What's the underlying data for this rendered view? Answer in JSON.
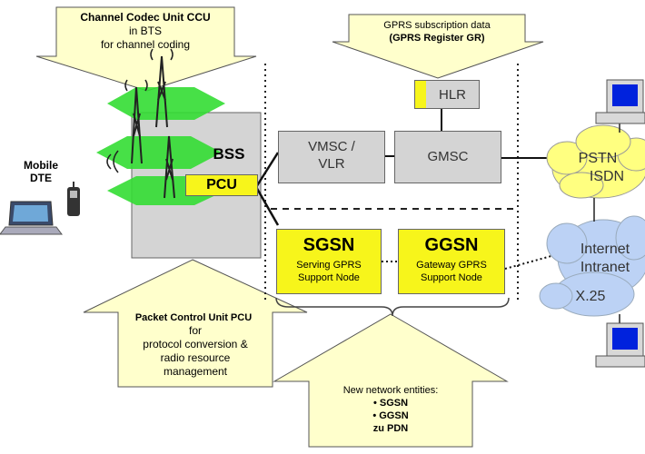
{
  "ccu_callout": {
    "line1": "Channel Codec Unit CCU",
    "line2": "in BTS",
    "line3": "for channel coding"
  },
  "gprs_callout": {
    "line1": "GPRS subscription data",
    "line2": "(GPRS Register GR)"
  },
  "pcu_callout": {
    "line1": "Packet Control Unit PCU",
    "line2": "for",
    "line3": "protocol conversion &",
    "line4": "radio resource",
    "line5": "management"
  },
  "new_entities_callout": {
    "title": "New network entities:",
    "item1": "• SGSN",
    "item2": "• GGSN",
    "item3": "zu PDN"
  },
  "mobile_dte": {
    "line1": "Mobile",
    "line2": "DTE"
  },
  "bss": {
    "label": "BSS"
  },
  "pcu_box": {
    "label": "PCU"
  },
  "hlr": {
    "label": "HLR"
  },
  "vmsc": {
    "line1": "VMSC /",
    "line2": "VLR"
  },
  "gmsc": {
    "label": "GMSC"
  },
  "sgsn": {
    "title": "SGSN",
    "line1": "Serving GPRS",
    "line2": "Support Node"
  },
  "ggsn": {
    "title": "GGSN",
    "line1": "Gateway GPRS",
    "line2": "Support Node"
  },
  "pstn_cloud": {
    "line1": "PSTN",
    "line2": "ISDN"
  },
  "internet_cloud": {
    "line1": "Internet",
    "line2": "Intranet"
  },
  "x25_cloud": {
    "label": "X.25"
  },
  "colors": {
    "node_yellow": "#f7f51b",
    "node_grey": "#d4d4d4",
    "cloud_yellow": "#ffff80",
    "cloud_blue": "#bcd2f5",
    "callout_fill": "#ffffcc",
    "green_layer": "#33dd33"
  }
}
